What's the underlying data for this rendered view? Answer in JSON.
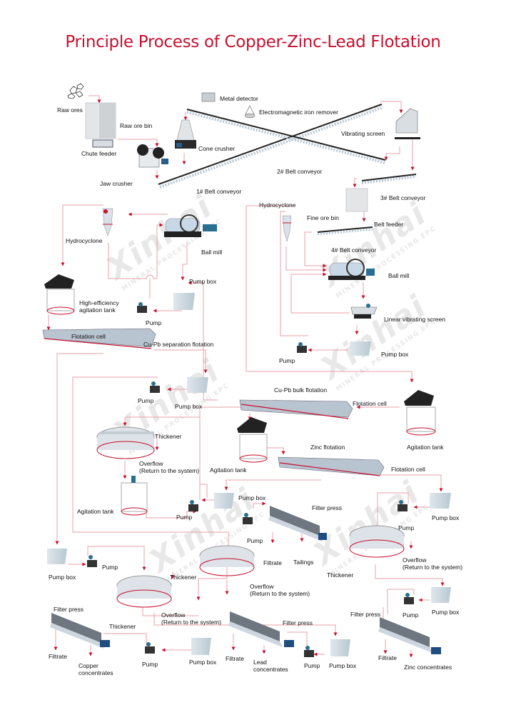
{
  "title": "Principle Process of Copper-Zinc-Lead Flotation",
  "colors": {
    "title": "#c8102e",
    "flow_line": "#e8a0a8",
    "arrow": "#c8102e",
    "equipment": "#b8c4d0",
    "accent_red": "#d02030"
  },
  "watermark": {
    "brand": "Xinhai",
    "tagline": "MINERAL PROCESSING EPC"
  },
  "labels": {
    "raw_ores": "Raw ores",
    "raw_ore_bin": "Raw ore bin",
    "chute_feeder": "Chute feeder",
    "jaw_crusher": "Jaw crusher",
    "metal_detector": "Metal detector",
    "em_iron_remover": "Electromagnetic iron remover",
    "cone_crusher": "Cone crusher",
    "belt_conveyor_1": "1# Belt conveyor",
    "belt_conveyor_2": "2# Belt conveyor",
    "vibrating_screen": "Vibrating screen",
    "belt_conveyor_3": "3# Belt conveyor",
    "hydrocyclone_right": "Hydrocyclone",
    "fine_ore_bin": "Fine ore bin",
    "belt_feeder": "Belt feeder",
    "belt_conveyor_4": "4# Belt conveyor",
    "ball_mill_right": "Ball mill",
    "linear_vibrating_screen": "Linear vibrating screen",
    "pump_box_right_1": "Pump box",
    "pump_right_1": "Pump",
    "hydrocyclone_left": "Hydrocyclone",
    "ball_mill_left": "Ball mill",
    "pump_box_left_1": "Pump box",
    "pump_left_1": "Pump",
    "high_eff_agitation_tank": "High-efficiency\nagitation tank",
    "flotation_cell_1": "Flotation cell",
    "cu_pb_separation": "Cu-Pb separation flotation",
    "pump_2": "Pump",
    "pump_box_2": "Pump box",
    "cu_pb_bulk": "Cu-Pb bulk flotation",
    "flotation_cell_2": "Flotation cell",
    "agitation_tank_right": "Agitation tank",
    "thickener_1": "Thickener",
    "overflow_1": "Overflow\n(Return to the system)",
    "agitation_tank_mid": "Agitation tank",
    "zinc_flotation": "Zinc flotation",
    "flotation_cell_3": "Flotation cell",
    "agitation_tank_left": "Agitation tank",
    "pump_box_3": "Pump box",
    "pump_3": "Pump",
    "filter_press_tailings": "Filter press",
    "pump_4": "Pump",
    "filtrate_1": "Filtrate",
    "tailings": "Tailings",
    "pump_box_zinc_1": "Pump box",
    "pump_zinc_1": "Pump",
    "overflow_zinc": "Overflow\n(Return to the system)",
    "thickener_mid": "Thickener",
    "overflow_mid": "Overflow\n(Return to the system)",
    "pump_box_cu": "Pump box",
    "pump_cu": "Pump",
    "thickener_cu": "Thickener",
    "overflow_cu": "Overflow\n(Return to the system)",
    "filter_press_cu": "Filter press",
    "thickener_cu_2": "Thickener",
    "filtrate_cu": "Filtrate",
    "copper_concentrates": "Copper\nconcentrates",
    "pump_cu_2": "Pump",
    "pump_box_cu_2": "Pump box",
    "filter_press_pb": "Filter press",
    "filtrate_pb": "Filtrate",
    "lead_concentrates": "Lead\nconcentrates",
    "pump_pb": "Pump",
    "pump_box_pb": "Pump box",
    "filter_press_zn": "Filter press",
    "pump_zn_2": "Pump",
    "pump_box_zn_2": "Pump box",
    "filtrate_zn": "Filtrate",
    "zinc_concentrates": "Zinc concentrates"
  }
}
